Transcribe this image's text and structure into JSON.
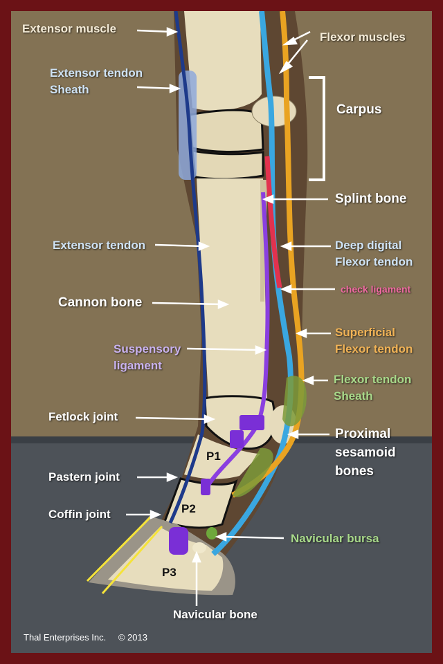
{
  "labels": {
    "extensor_muscle": "Extensor muscle",
    "extensor_tendon_sheath_1": "Extensor tendon",
    "extensor_tendon_sheath_2": "Sheath",
    "extensor_tendon": "Extensor tendon",
    "cannon_bone": "Cannon bone",
    "suspensory_1": "Suspensory",
    "suspensory_2": "ligament",
    "fetlock_joint": "Fetlock joint",
    "pastern_joint": "Pastern joint",
    "coffin_joint": "Coffin joint",
    "flexor_muscles": "Flexor muscles",
    "carpus": "Carpus",
    "splint_bone": "Splint bone",
    "ddft_1": "Deep digital",
    "ddft_2": "Flexor tendon",
    "check_ligament": "check ligament",
    "sdft_1": "Superficial",
    "sdft_2": "Flexor tendon",
    "flexor_sheath_1": "Flexor tendon",
    "flexor_sheath_2": "Sheath",
    "sesamoid_1": "Proximal",
    "sesamoid_2": "sesamoid",
    "sesamoid_3": "bones",
    "navicular_bursa": "Navicular bursa",
    "navicular_bone": "Navicular bone",
    "p1": "P1",
    "p2": "P2",
    "p3": "P3"
  },
  "footer": {
    "credit": "Thal Enterprises Inc.",
    "copyright": "© 2013"
  },
  "colors": {
    "frame": "#6b1216",
    "label_light": "#f3ead6",
    "label_blue": "#cfe3f5",
    "label_lavender": "#c9b2ef",
    "label_pink": "#f06aa2",
    "label_orange": "#f1b356",
    "label_green": "#a8d98a",
    "extensor_tendon": "#1e3a8a",
    "deep_flexor": "#3aa7e0",
    "superficial_flexor": "#e9a322",
    "suspensory": "#8a3fe0",
    "check_ligament": "#e2324e",
    "bone": "#e7ddbd"
  }
}
